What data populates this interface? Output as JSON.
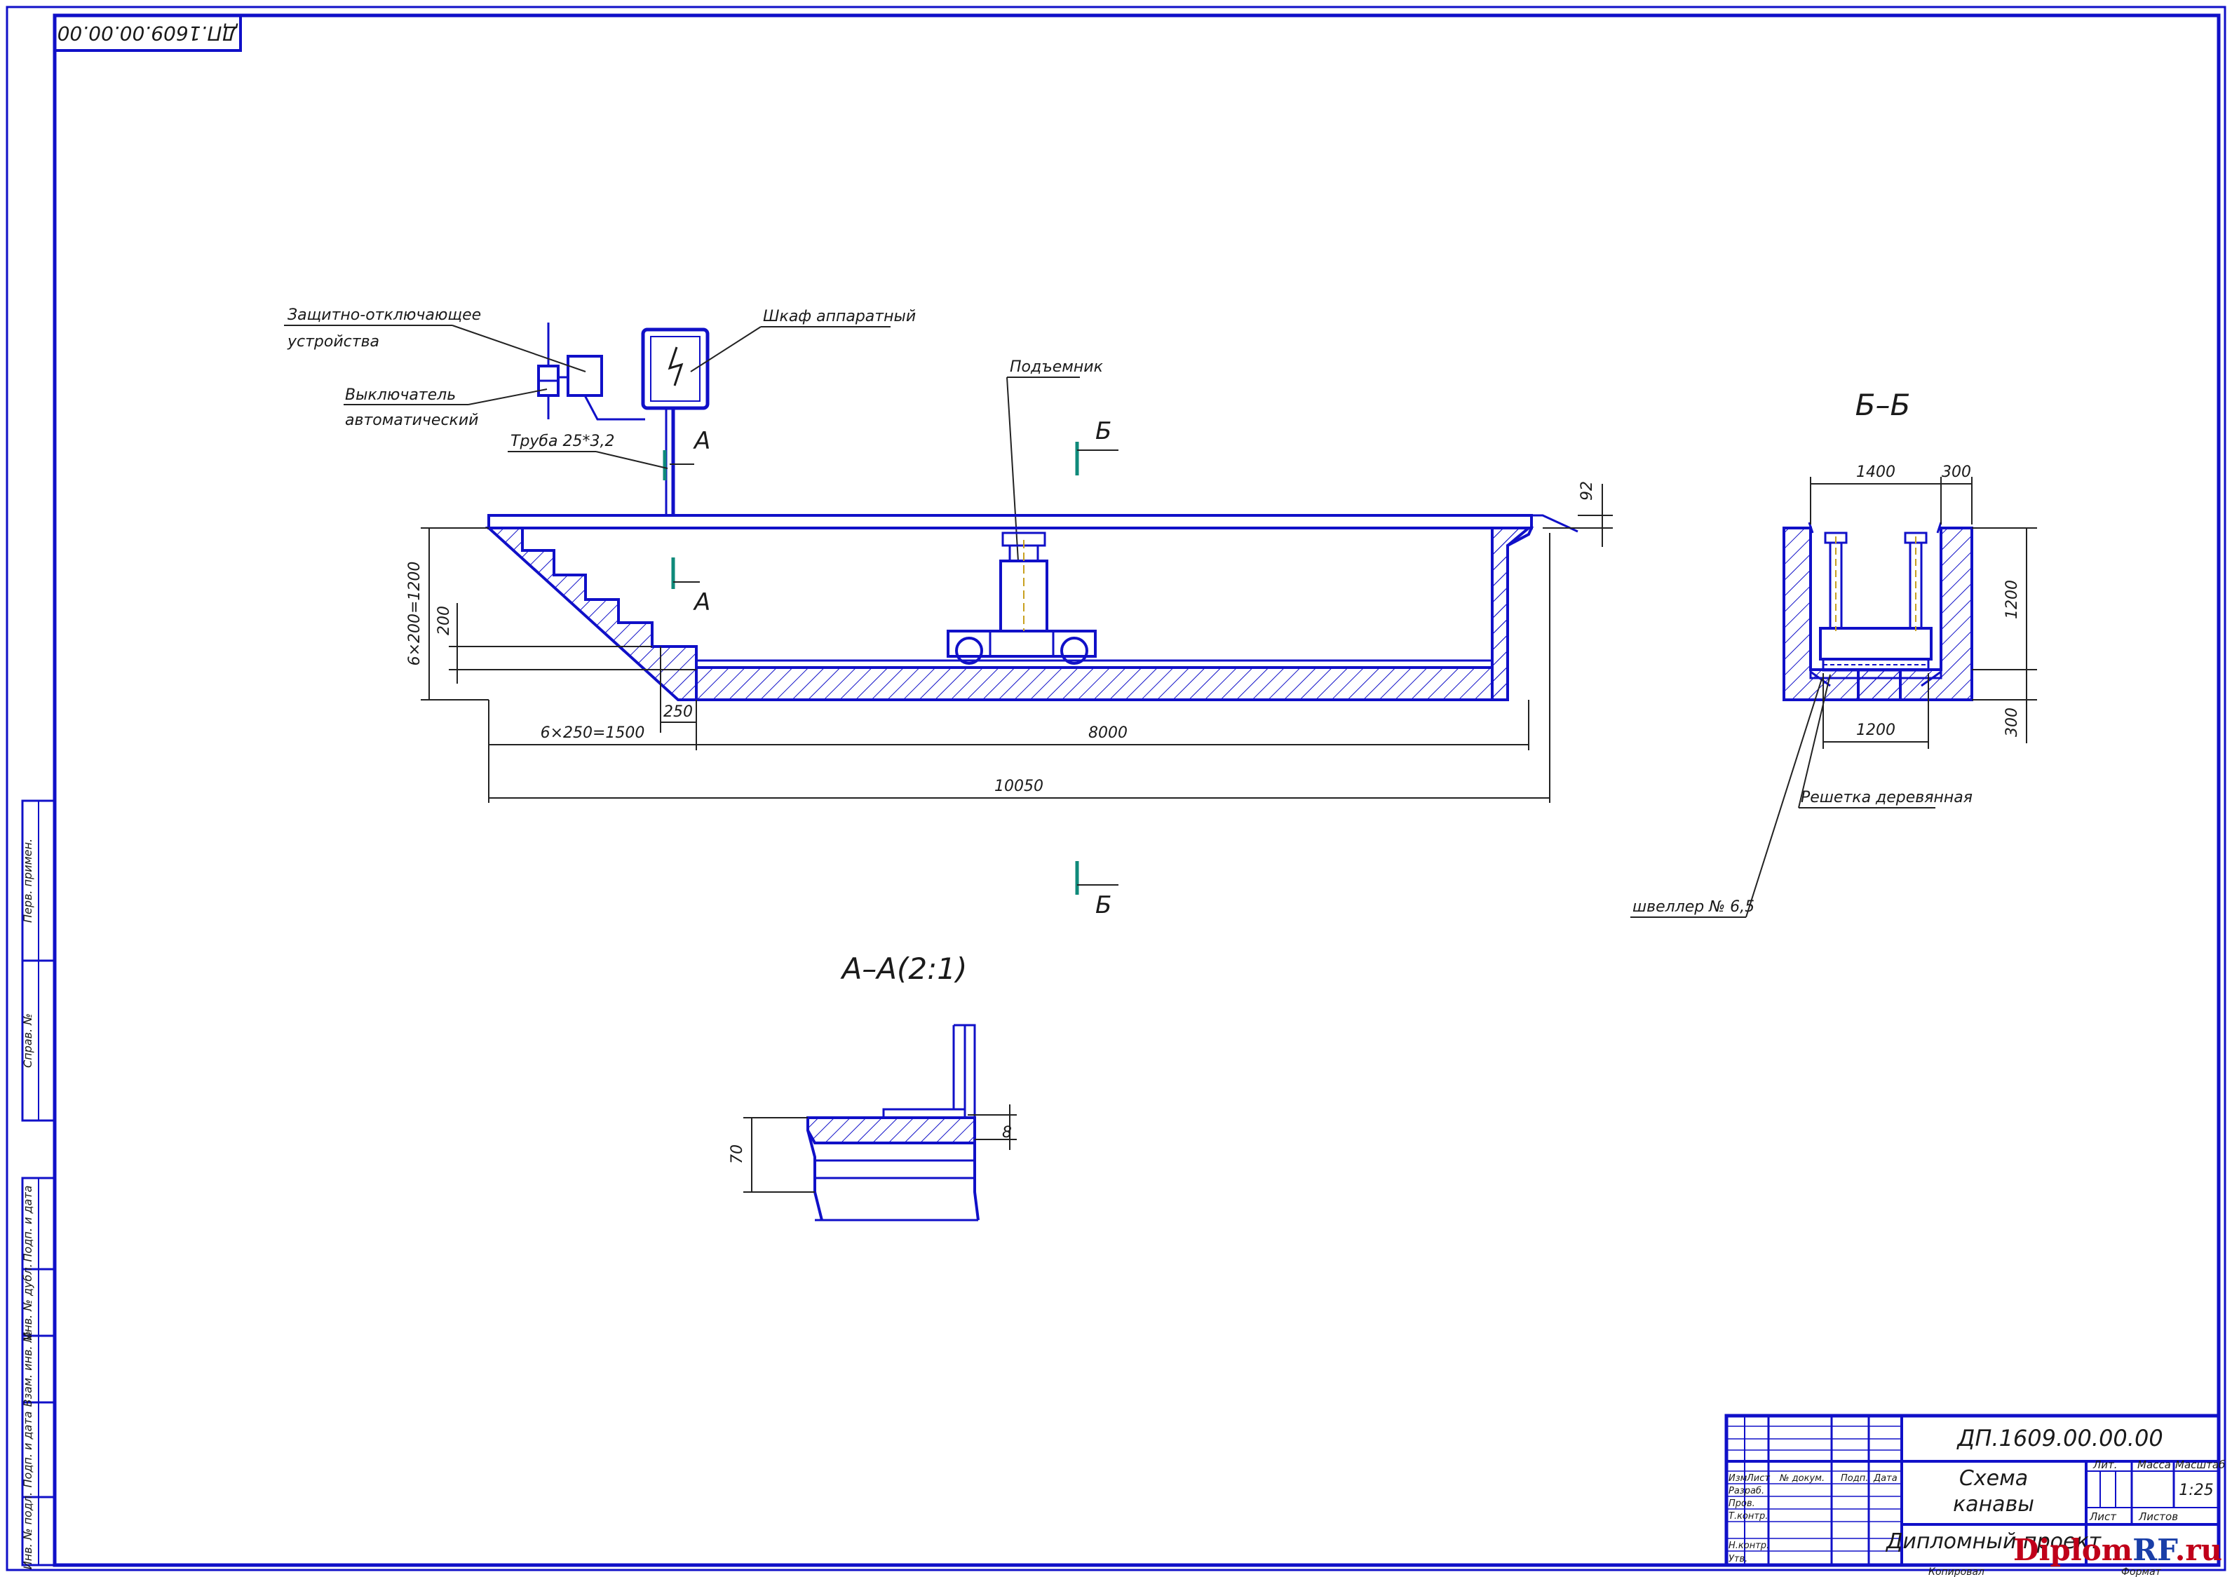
{
  "stamp_code_mirrored": "ДП.1609.00.00.00",
  "labels": {
    "protective_device_l1": "Защитно-отключающее",
    "protective_device_l2": "устройства",
    "breaker_l1": "Выключатель",
    "breaker_l2": "автоматический",
    "cabinet": "Шкаф аппаратный",
    "pipe": "Труба 25*3,2",
    "lift": "Подъемник",
    "grate": "Решетка деревянная",
    "channel": "швеллер № 6,5"
  },
  "section_marks": {
    "a_top": "А",
    "a_bottom": "А",
    "b_top": "Б",
    "b_bottom": "Б"
  },
  "view_titles": {
    "section_bb": "Б–Б",
    "section_aa": "А–А(2:1)"
  },
  "dimensions": {
    "top_offset": "92",
    "steps_height": "6×200=1200",
    "step_height": "200",
    "step_width": "250",
    "steps_length": "6×250=1500",
    "pit_length": "8000",
    "total_length": "10050",
    "bb_width": "1400",
    "bb_side": "300",
    "bb_depth": "1200",
    "bb_bottom": "300",
    "bb_inner": "1200",
    "aa_height": "70",
    "aa_thickness": "8"
  },
  "side_stamp": [
    "Перв. примен.",
    "Справ. №",
    "Подп. и дата",
    "Инв. № дубл.",
    "Взам. инв. №",
    "Подп. и дата",
    "Инв. № подл."
  ],
  "title_block": {
    "code": "ДП.1609.00.00.00",
    "title_l1": "Схема",
    "title_l2": "канавы",
    "col_izm": "Изм",
    "col_list": "Лист",
    "col_doc": "№ докум.",
    "col_sign": "Подп.",
    "col_date": "Дата",
    "row_razrab": "Разраб.",
    "row_prov": "Пров.",
    "row_tkontr": "Т.контр.",
    "row_nkontr": "Н.контр.",
    "row_utv": "Утв.",
    "lit": "Лит.",
    "mass": "Масса",
    "scale_label": "Масштаб",
    "scale_value": "1:25",
    "sheet": "Лист",
    "sheets": "Листов",
    "project": "Дипломный проект",
    "copied": "Копировал",
    "format": "Формат"
  },
  "watermark": {
    "part1": "Diplom",
    "part2": "RF",
    "part3": ".ru"
  },
  "colors": {
    "lines": "#1010c8",
    "section_mark": "#0f8a7a",
    "leaders": "#222222",
    "watermark_red": "#c0001a",
    "watermark_blue": "#1a3fa8"
  }
}
